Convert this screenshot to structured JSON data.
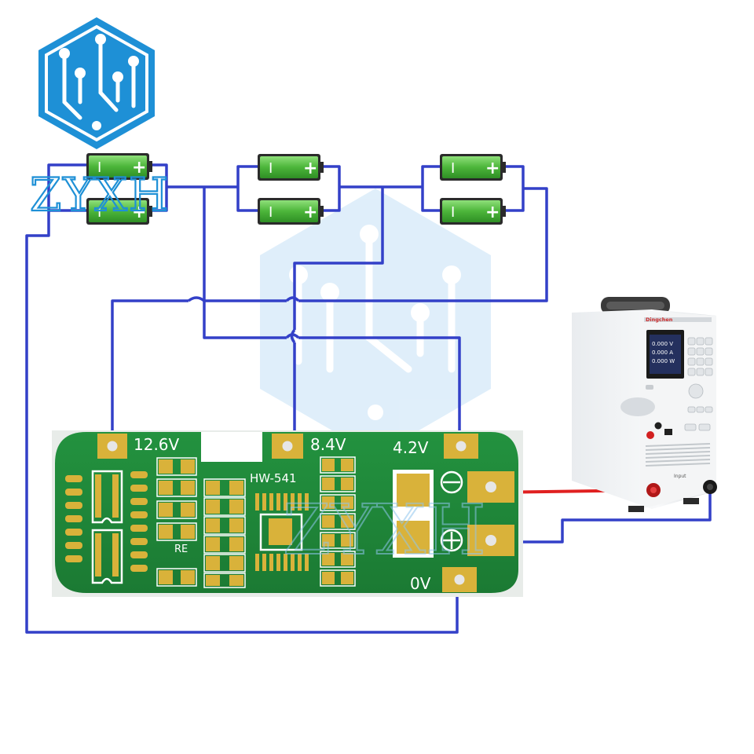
{
  "logo": {
    "text": "ZYXH",
    "color": "#1e90d6"
  },
  "batteries": {
    "minus_symbol": "I",
    "plus_symbol": "+",
    "body_color": "#5cc24a"
  },
  "board": {
    "model": "HW-541",
    "silk_re": "RE",
    "terminals": {
      "t12": "12.6V",
      "t8": "8.4V",
      "t4": "4.2V",
      "t0": "0V"
    },
    "pcb_color": "#1f8a3a",
    "pad_color": "#d9b23a"
  },
  "load": {
    "brand": "Dingchen",
    "readings": [
      "0.000 V",
      "0.000 A",
      "0.000 W"
    ],
    "port_label": "Input"
  },
  "wires": {
    "main_color": "#3340c8",
    "positive_color": "#e02020"
  }
}
